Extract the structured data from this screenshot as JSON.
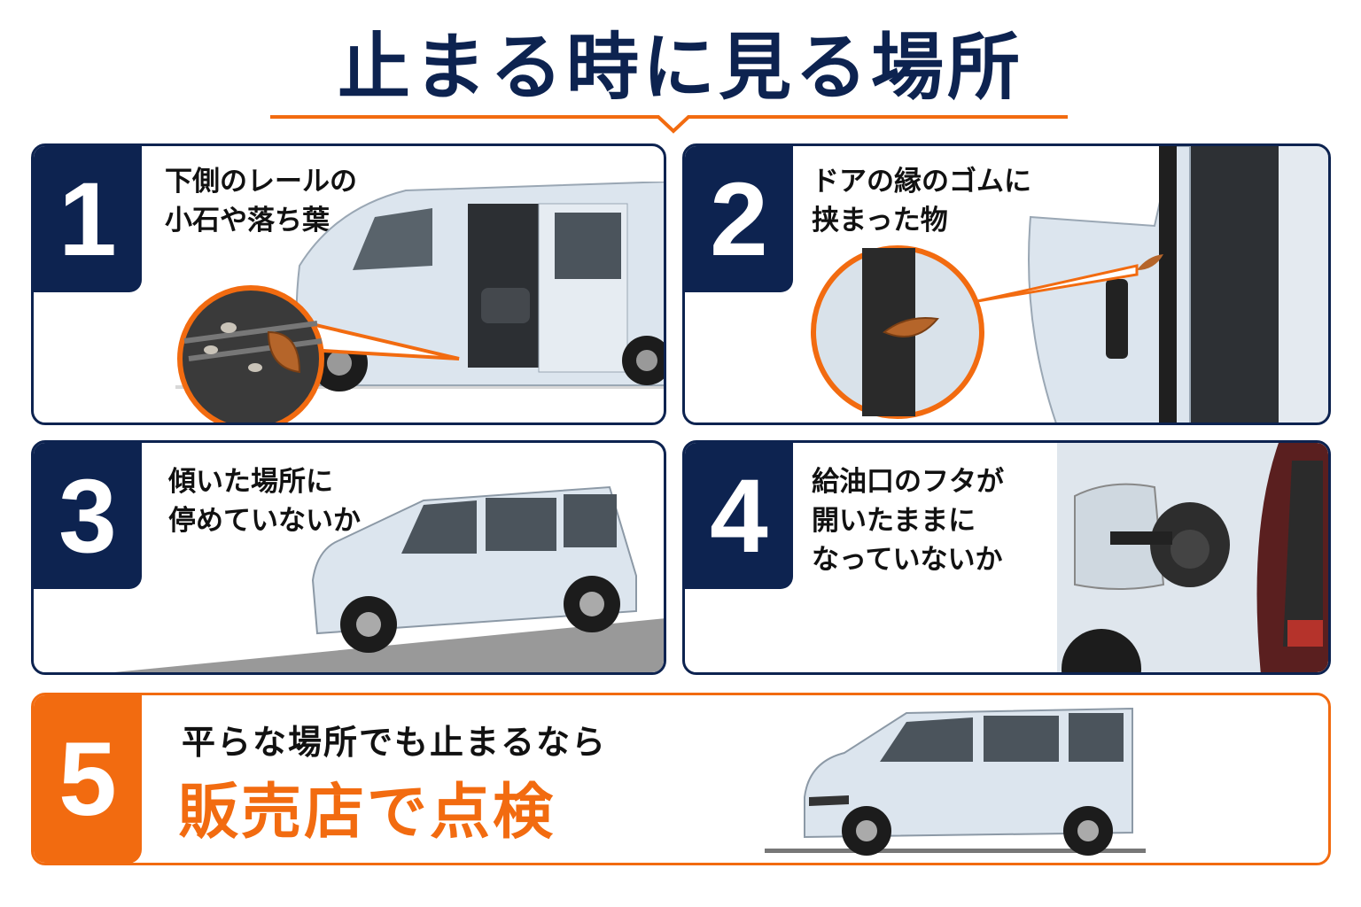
{
  "title": "止まる時に見る場所",
  "colors": {
    "navy": "#0d2350",
    "orange": "#f26b10",
    "car_body": "#dce5ee"
  },
  "panels": [
    {
      "number": "1",
      "text": "下側のレールの\n小石や落ち葉",
      "illustration": "sliding-door-rail-leaf-icon"
    },
    {
      "number": "2",
      "text": "ドアの縁のゴムに\n挟まった物",
      "illustration": "door-rubber-leaf-icon"
    },
    {
      "number": "3",
      "text": "傾いた場所に\n停めていないか",
      "illustration": "car-on-slope-icon"
    },
    {
      "number": "4",
      "text": "給油口のフタが\n開いたままに\nなっていないか",
      "illustration": "fuel-lid-open-icon"
    }
  ],
  "final": {
    "number": "5",
    "line1": "平らな場所でも止まるなら",
    "line2": "販売店で点検",
    "illustration": "car-side-icon"
  }
}
